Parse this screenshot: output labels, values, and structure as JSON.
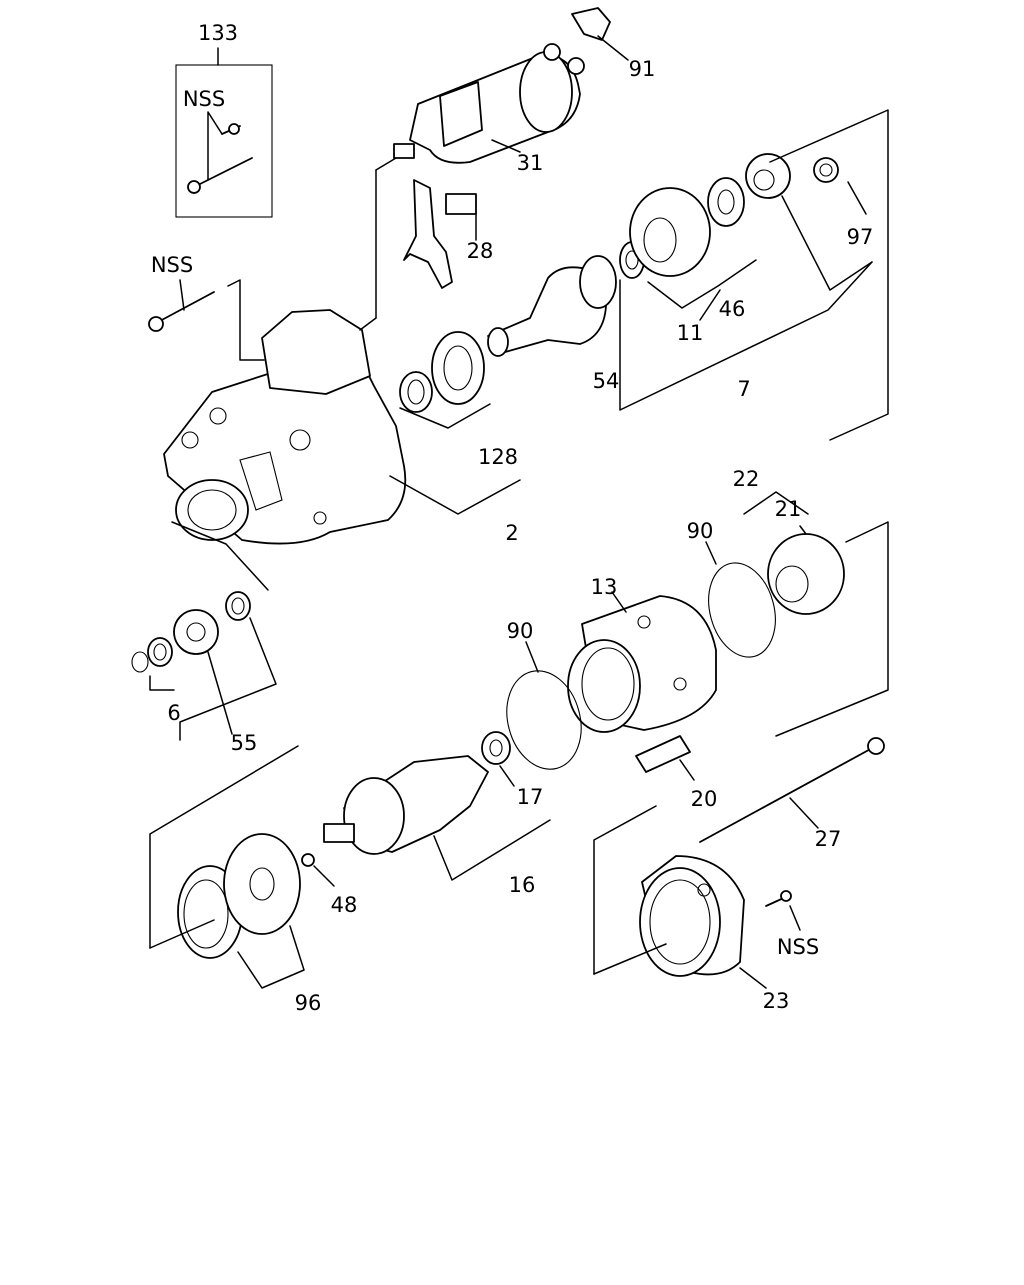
{
  "diagram": {
    "type": "exploded-parts-diagram",
    "callouts": [
      {
        "id": "c133",
        "text": "133"
      },
      {
        "id": "c91",
        "text": "91"
      },
      {
        "id": "nss-1",
        "text": "NSS"
      },
      {
        "id": "c31",
        "text": "31"
      },
      {
        "id": "c28",
        "text": "28"
      },
      {
        "id": "c97",
        "text": "97"
      },
      {
        "id": "nss-2",
        "text": "NSS"
      },
      {
        "id": "c46",
        "text": "46"
      },
      {
        "id": "c11",
        "text": "11"
      },
      {
        "id": "c54",
        "text": "54"
      },
      {
        "id": "c7",
        "text": "7"
      },
      {
        "id": "c128",
        "text": "128"
      },
      {
        "id": "c2",
        "text": "2"
      },
      {
        "id": "c22",
        "text": "22"
      },
      {
        "id": "c21",
        "text": "21"
      },
      {
        "id": "c90a",
        "text": "90"
      },
      {
        "id": "c13",
        "text": "13"
      },
      {
        "id": "c90b",
        "text": "90"
      },
      {
        "id": "c6",
        "text": "6"
      },
      {
        "id": "c55",
        "text": "55"
      },
      {
        "id": "c17",
        "text": "17"
      },
      {
        "id": "c20",
        "text": "20"
      },
      {
        "id": "c27",
        "text": "27"
      },
      {
        "id": "c16",
        "text": "16"
      },
      {
        "id": "c48",
        "text": "48"
      },
      {
        "id": "nss-3",
        "text": "NSS"
      },
      {
        "id": "c96",
        "text": "96"
      },
      {
        "id": "c23",
        "text": "23"
      }
    ]
  }
}
